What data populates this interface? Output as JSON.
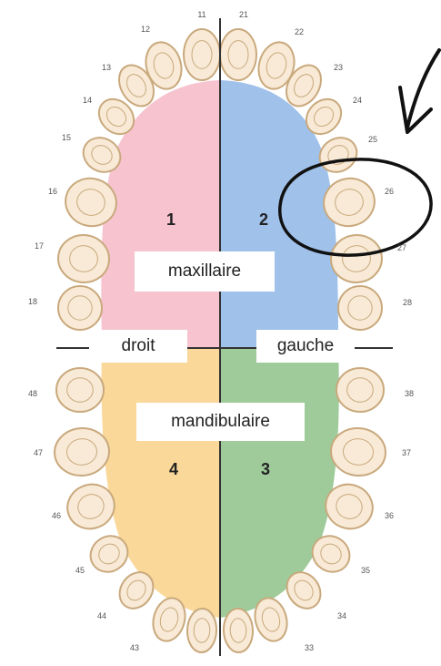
{
  "labels": {
    "maxillaire": "maxillaire",
    "mandibulaire": "mandibulaire",
    "droit": "droit",
    "gauche": "gauche"
  },
  "quadrants": [
    "1",
    "2",
    "3",
    "4"
  ],
  "teeth": {
    "upper_left_side": [
      "11",
      "12",
      "13",
      "14",
      "15",
      "16",
      "17",
      "18"
    ],
    "upper_right_side": [
      "21",
      "22",
      "23",
      "24",
      "25",
      "26",
      "27",
      "28"
    ],
    "lower_right_side": [
      "38",
      "37",
      "36",
      "35",
      "34",
      "33"
    ],
    "lower_left_side": [
      "48",
      "47",
      "46",
      "45",
      "44",
      "43"
    ]
  },
  "colors": {
    "quadrant1": "#f6c3cf",
    "quadrant2": "#9fc1ea",
    "quadrant3": "#9fcb9b",
    "quadrant4": "#f9d89a",
    "tooth_fill": "#f8ead6",
    "tooth_stroke": "#c9a97d",
    "annotation": "#111111"
  }
}
